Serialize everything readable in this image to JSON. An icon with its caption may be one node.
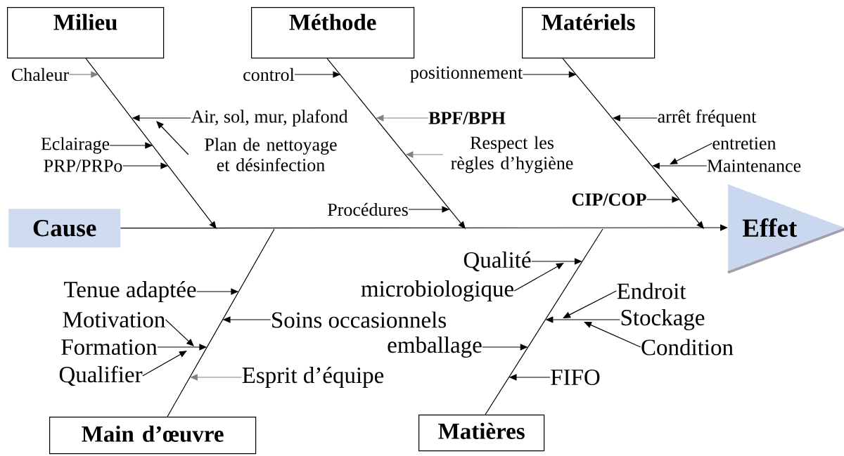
{
  "diagram": {
    "nodes": [
      {
        "text": [
          "Milieu"
        ]
      },
      {
        "text": [
          "Méthode"
        ]
      },
      {
        "text": [
          "Matériels"
        ]
      },
      {
        "text": [
          "Cause"
        ]
      },
      {
        "text": [
          "Effet"
        ]
      },
      {
        "text": [
          "Chaleur"
        ]
      },
      {
        "text": [
          "Air, sol, mur, plafond"
        ]
      },
      {
        "text": [
          "Plan de nettoyage et désinfection"
        ]
      },
      {
        "text": [
          "Eclairage"
        ]
      },
      {
        "text": [
          "PRP/PRPo"
        ]
      },
      {
        "text": [
          "control"
        ]
      },
      {
        "text": [
          "BPF/BPH"
        ]
      },
      {
        "text": [
          "Respect les règles d’hygiène"
        ]
      },
      {
        "text": [
          "Procédures"
        ]
      },
      {
        "text": [
          "positionnement"
        ]
      },
      {
        "text": [
          "arrêt fréquent"
        ]
      },
      {
        "text": [
          "entretien"
        ]
      },
      {
        "text": [
          "Maintenance"
        ]
      },
      {
        "text": [
          "CIP/COP"
        ]
      },
      {
        "text": [
          "Tenue adaptée"
        ]
      },
      {
        "text": [
          "Motivation"
        ]
      },
      {
        "text": [
          "Formation"
        ]
      },
      {
        "text": [
          "Qualifier"
        ]
      },
      {
        "text": [
          "Soins occasionnels"
        ]
      },
      {
        "text": [
          "Esprit d’équipe"
        ]
      },
      {
        "text": [
          "Main d’œuvre"
        ]
      },
      {
        "text": [
          "Qualité"
        ]
      },
      {
        "text": [
          "microbiologique"
        ]
      },
      {
        "text": [
          "Endroit"
        ]
      },
      {
        "text": [
          "Stockage"
        ]
      },
      {
        "text": [
          "Condition"
        ]
      },
      {
        "text": [
          "emballage"
        ]
      },
      {
        "text": [
          "FIFO"
        ]
      },
      {
        "text": [
          "Matières"
        ]
      }
    ],
    "edges": [
      {
        "from": 3,
        "to": 4,
        "arrow": "to"
      },
      {
        "from": 0,
        "to": null,
        "arrow": "to"
      },
      {
        "from": 1,
        "to": null,
        "arrow": "to"
      },
      {
        "from": 2,
        "to": null,
        "arrow": "to"
      },
      {
        "from": 25,
        "to": null,
        "arrow": "none"
      },
      {
        "from": 33,
        "to": null,
        "arrow": "none"
      },
      {
        "from": 5,
        "to": null,
        "arrow": "to",
        "color": "#808080"
      },
      {
        "from": 6,
        "to": null,
        "arrow": "to"
      },
      {
        "from": 7,
        "to": null,
        "arrow": "to"
      },
      {
        "from": 8,
        "to": null,
        "arrow": "to"
      },
      {
        "from": 9,
        "to": null,
        "arrow": "to"
      },
      {
        "from": 10,
        "to": null,
        "arrow": "to"
      },
      {
        "from": 11,
        "to": null,
        "arrow": "to",
        "color": "#808080"
      },
      {
        "from": 12,
        "to": null,
        "arrow": "to",
        "color": "#808080"
      },
      {
        "from": 13,
        "to": null,
        "arrow": "to"
      },
      {
        "from": 14,
        "to": null,
        "arrow": "to"
      },
      {
        "from": 15,
        "to": null,
        "arrow": "to"
      },
      {
        "from": 16,
        "to": null,
        "arrow": "to"
      },
      {
        "from": 17,
        "to": null,
        "arrow": "to"
      },
      {
        "from": 18,
        "to": null,
        "arrow": "to"
      },
      {
        "from": 19,
        "to": null,
        "arrow": "to"
      },
      {
        "from": 20,
        "to": null,
        "arrow": "to"
      },
      {
        "from": 21,
        "to": null,
        "arrow": "to"
      },
      {
        "from": 22,
        "to": null,
        "arrow": "to"
      },
      {
        "from": 23,
        "to": null,
        "arrow": "to"
      },
      {
        "from": 24,
        "to": null,
        "arrow": "to",
        "color": "#808080"
      },
      {
        "from": 26,
        "to": null,
        "arrow": "to"
      },
      {
        "from": 27,
        "to": null,
        "arrow": "to"
      },
      {
        "from": 28,
        "to": null,
        "arrow": "to"
      },
      {
        "from": 29,
        "to": null,
        "arrow": "to"
      },
      {
        "from": 30,
        "to": null,
        "arrow": "to"
      },
      {
        "from": 31,
        "to": null,
        "arrow": "to"
      },
      {
        "from": 32,
        "to": null,
        "arrow": "to"
      }
    ]
  }
}
